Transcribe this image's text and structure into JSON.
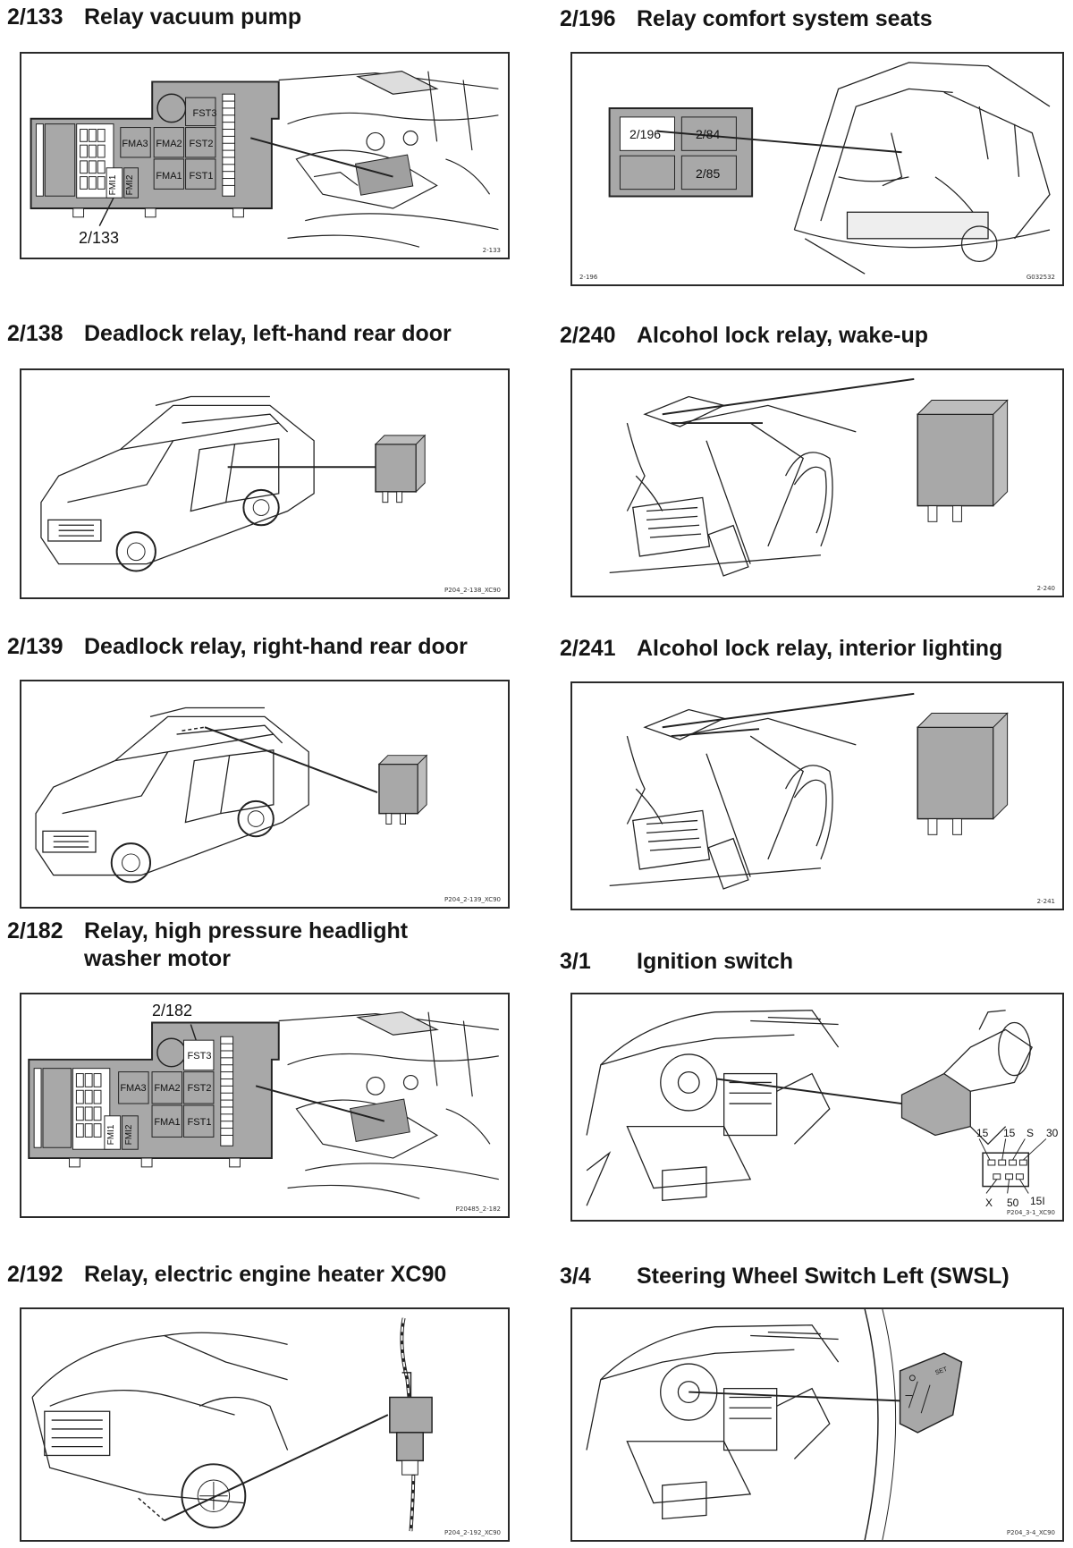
{
  "sections": [
    {
      "code": "2/133",
      "title": "Relay vacuum pump",
      "ref": "2-133"
    },
    {
      "code": "2/196",
      "title": "Relay comfort system seats",
      "ref_left": "2-196",
      "ref": "G032532"
    },
    {
      "code": "2/138",
      "title": "Deadlock relay, left-hand rear door",
      "ref": "P204_2-138_XC90"
    },
    {
      "code": "2/240",
      "title": "Alcohol lock relay, wake-up",
      "ref": "2-240"
    },
    {
      "code": "2/139",
      "title": "Deadlock relay, right-hand rear door",
      "ref": "P204_2-139_XC90"
    },
    {
      "code": "2/241",
      "title": "Alcohol lock relay, interior lighting",
      "ref": "2-241"
    },
    {
      "code": "2/182",
      "title_line1": "Relay, high pressure headlight",
      "title_line2": "washer motor",
      "ref": "P20485_2-182"
    },
    {
      "code": "3/1",
      "title": "Ignition switch",
      "ref": "P204_3-1_XC90"
    },
    {
      "code": "2/192",
      "title": "Relay, electric engine heater XC90",
      "ref": "P204_2-192_XC90"
    },
    {
      "code": "3/4",
      "title": "Steering Wheel Switch Left (SWSL)",
      "ref": "P204_3-4_XC90"
    }
  ],
  "fusebox": {
    "fst3": "FST3",
    "fst2": "FST2",
    "fst1": "FST1",
    "fma3": "FMA3",
    "fma2": "FMA2",
    "fma1": "FMA1",
    "fmi1": "FMI1",
    "fmi2": "FMI2"
  },
  "callouts": {
    "c2_133": "2/133",
    "c2_182": "2/182"
  },
  "relay_panel_2_196": {
    "a": "2/196",
    "b": "2/84",
    "c": "2/85"
  },
  "ignition_pins": {
    "p1": "15",
    "p2": "15",
    "p3": "S",
    "p4": "30",
    "p5": "X",
    "p6": "50",
    "p7": "15I"
  },
  "swsl_labels": {
    "set": "SET"
  }
}
